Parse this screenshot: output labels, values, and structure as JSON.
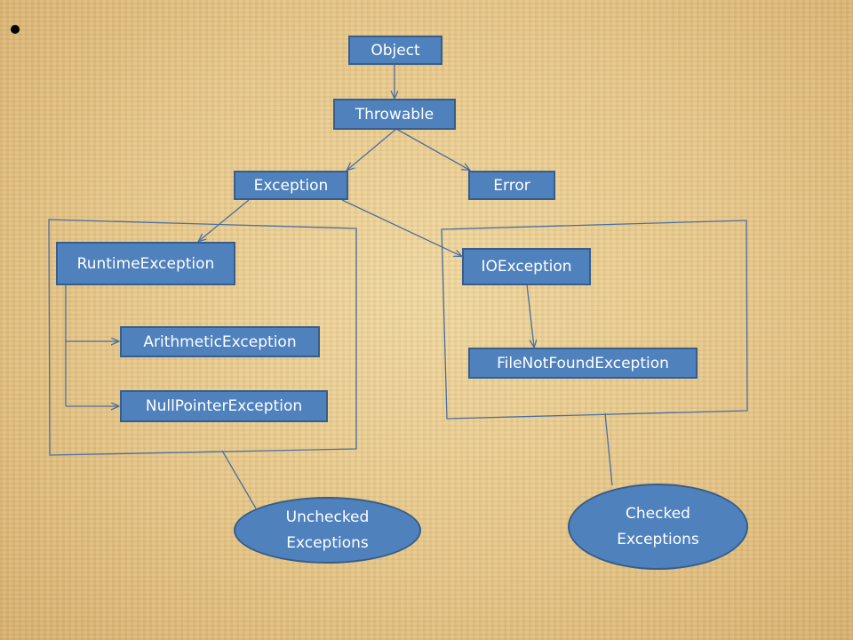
{
  "nodes": {
    "object": "Object",
    "throwable": "Throwable",
    "exception": "Exception",
    "error": "Error",
    "runtime_exception": "RuntimeException",
    "io_exception": "IOException",
    "arithmetic_exception": "ArithmeticException",
    "null_pointer_exception": "NullPointerException",
    "file_not_found_exception": "FileNotFoundException"
  },
  "groups": {
    "unchecked": "Unchecked Exceptions",
    "checked": "Checked Exceptions"
  },
  "colors": {
    "node_fill": "#4f81bd",
    "node_border": "#385d8a",
    "connector": "#4a6fa0",
    "node_text": "#ffffff"
  }
}
